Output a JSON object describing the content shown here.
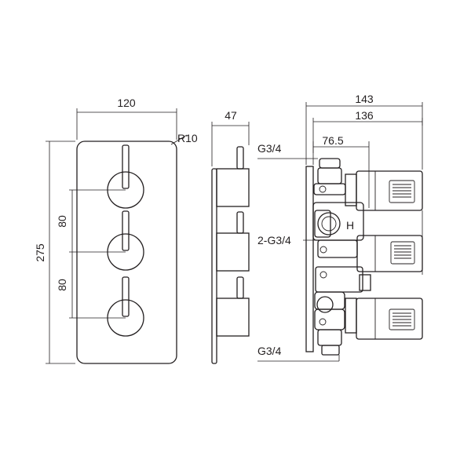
{
  "dimensions": {
    "front_width": "120",
    "corner_radius": "R10",
    "front_height": "275",
    "spacing_upper": "80",
    "spacing_lower": "80",
    "side_depth": "47",
    "total_depth": "143",
    "body_depth": "136",
    "inlet_depth": "76.5"
  },
  "connections": {
    "top_inlet": "G3/4",
    "outlets": "2-G3/4",
    "bottom_inlet": "G3/4"
  },
  "valve_marking": "H"
}
